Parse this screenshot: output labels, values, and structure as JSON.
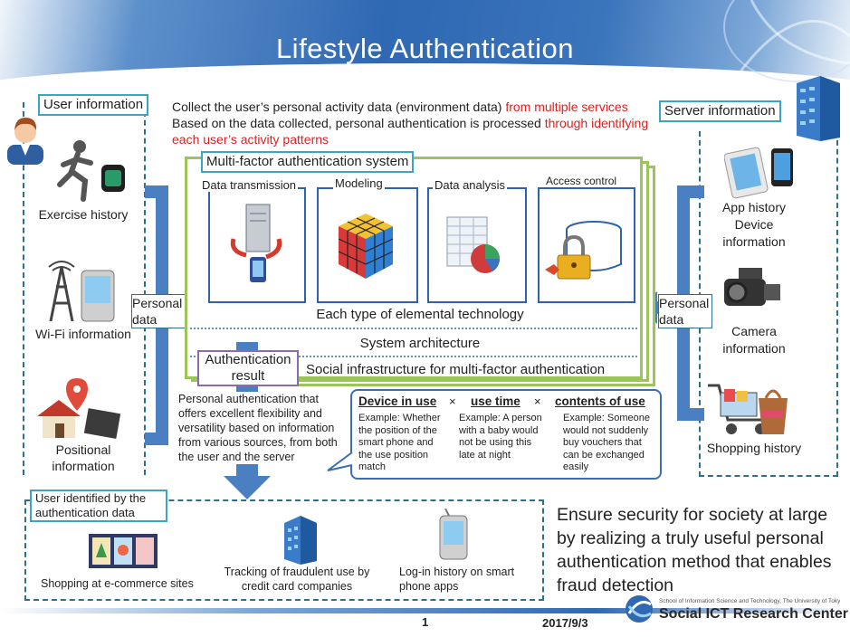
{
  "title": "Lifestyle Authentication",
  "intro": {
    "line1_a": "Collect the user’s personal activity data (environment data) ",
    "line1_b": "from multiple services",
    "line2_a": "Based on the data collected, personal authentication is processed ",
    "line2_b": "through identifying",
    "line3": "each user’s activity patterns"
  },
  "user_info": {
    "label": "User information",
    "items": [
      "Exercise history",
      "Wi-Fi information",
      "Positional information"
    ]
  },
  "server_info": {
    "label": "Server information",
    "items": [
      "App history Device information",
      "Camera information",
      "Shopping history"
    ]
  },
  "personal_data_left": "Personal data",
  "personal_data_right": "Personal data",
  "system": {
    "label": "Multi-factor authentication system",
    "techs": [
      "Data transmission",
      "Modeling",
      "Data analysis",
      "Access control"
    ],
    "elemental": "Each type of elemental technology",
    "architecture": "System architecture",
    "infrastructure": "Social infrastructure for multi-factor authentication"
  },
  "auth_result": "Authentication result",
  "auth_desc": "Personal authentication that offers excellent flexibility and versatility based on information from various sources, from both the user and the server",
  "factors": {
    "heads": [
      "Device in use",
      "×",
      "use time",
      "×",
      "contents of use"
    ],
    "examples": [
      "Example: Whether the position of the smart phone and the use position match",
      "Example: A person with a baby would not be using this late at night",
      "Example: Someone would not suddenly buy vouchers that can be exchanged easily"
    ]
  },
  "identified": {
    "label": "User identified by the authentication data",
    "items": [
      "Shopping at e-commerce sites",
      "Tracking of fraudulent use by credit card companies",
      "Log-in history on smart phone apps"
    ]
  },
  "conclusion": "Ensure security for society at large by realizing a truly useful personal authentication method that enables fraud detection",
  "footer": {
    "page": "1",
    "date": "2017/9/3",
    "org_small": "School of Information Science and Technology, The University of Tokyo",
    "org": "Social ICT Research Center"
  }
}
